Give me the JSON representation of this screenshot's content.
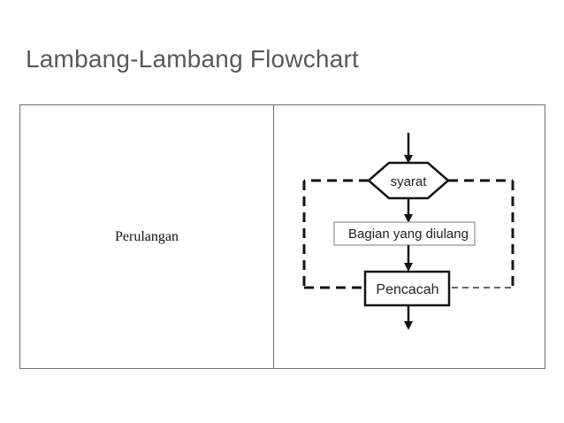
{
  "slide": {
    "title": "Lambang-Lambang Flowchart"
  },
  "table": {
    "left_cell": {
      "label": "Perulangan"
    },
    "right_cell": {
      "flowchart": {
        "condition_label": "syarat",
        "body_label": "Bagian yang diulang",
        "counter_label": "Pencacah"
      }
    }
  },
  "colors": {
    "background": "#ffffff",
    "title_text": "#595959",
    "table_border": "#6e6e6e",
    "flow_line": "#141414",
    "body_box_border": "#999999",
    "flow_text": "#222222"
  }
}
